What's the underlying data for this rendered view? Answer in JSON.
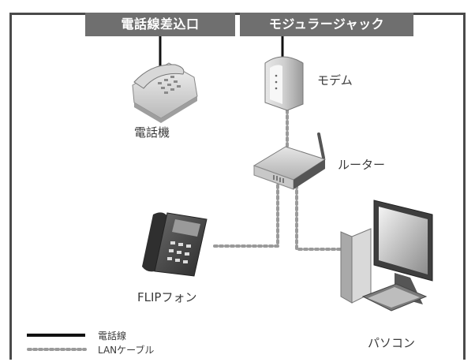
{
  "jacks": {
    "phone_jack": "電話線差込口",
    "modular_jack": "モジュラージャック"
  },
  "devices": {
    "modem": "モデム",
    "phone": "電話機",
    "router": "ルーター",
    "flip_phone": "FLIPフォン",
    "pc": "パソコン"
  },
  "legend": {
    "phone_line": "電話線",
    "lan_cable": "LANケーブル"
  },
  "colors": {
    "frame": "#4a4a4a",
    "tag_bg": "#6f6f6f",
    "phone_line": "#111111",
    "lan_cable": "#9a9a9a"
  }
}
